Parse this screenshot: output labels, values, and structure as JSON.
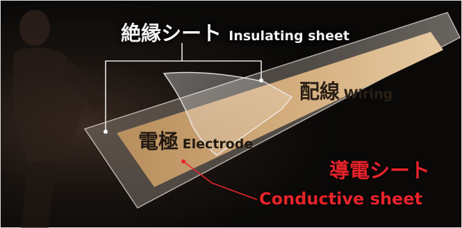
{
  "labels": {
    "insulating_ja": "絶縁シート",
    "insulating_en": "Insulating sheet",
    "wiring_ja": "配線",
    "wiring_en": "Wiring",
    "electrode_ja": "電極",
    "electrode_en": "Electrode",
    "conductive_ja": "導電シート",
    "conductive_en": "Conductive sheet"
  },
  "colors": {
    "background": "#0c0a09",
    "electrode_fill": "#c9a272",
    "label_red": "#e8232b",
    "label_white": "#f4f4f4",
    "sheet_edge": "#d8d0c8"
  }
}
